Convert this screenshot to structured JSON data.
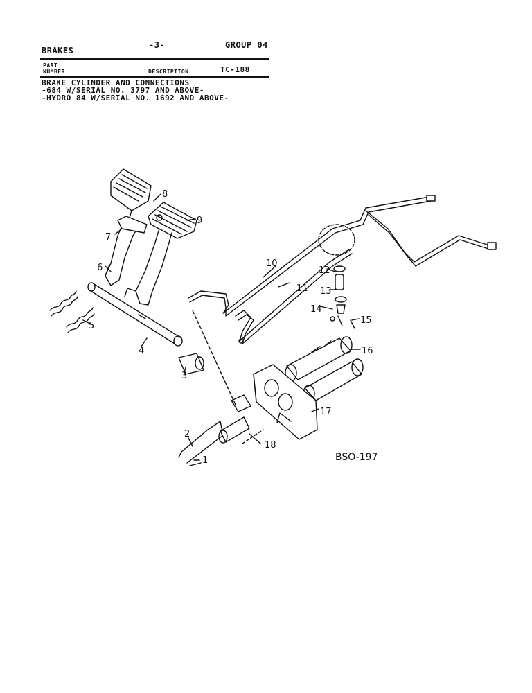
{
  "header": {
    "section": "BRAKES",
    "page": "-3-",
    "group": "GROUP 04",
    "col_part_line1": "PART",
    "col_part_line2": "NUMBER",
    "col_description": "DESCRIPTION",
    "ref_code": "TC-188"
  },
  "description": {
    "lines": [
      "BRAKE CYLINDER AND CONNECTIONS",
      "-684 W/SERIAL NO. 3797 AND ABOVE-",
      "-HYDRO 84 W/SERIAL NO. 1692 AND ABOVE-"
    ]
  },
  "diagram": {
    "callouts": [
      "1",
      "2",
      "3",
      "4",
      "5",
      "6",
      "7",
      "8",
      "9",
      "10",
      "11",
      "12",
      "13",
      "14",
      "15",
      "16",
      "17",
      "18"
    ],
    "reference": "BSO-197"
  }
}
